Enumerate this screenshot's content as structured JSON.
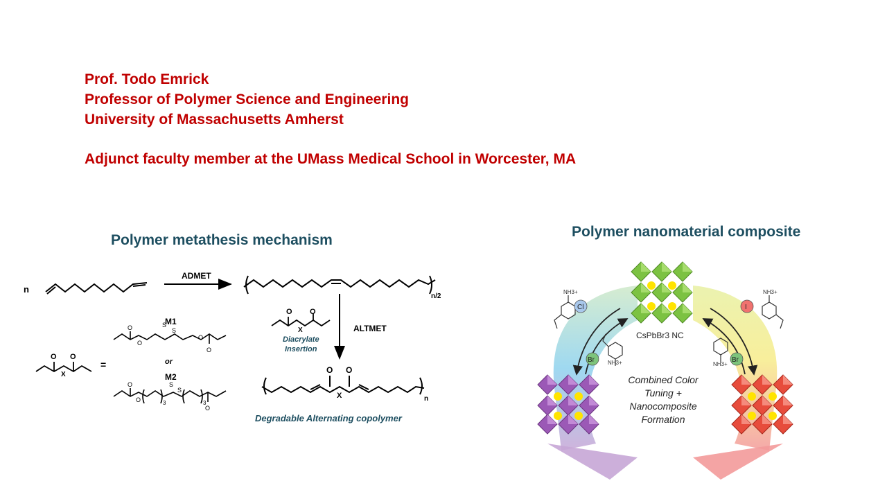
{
  "header": {
    "name": "Prof. Todo Emrick",
    "position": "Professor of Polymer Science and Engineering",
    "university": "University of Massachusetts Amherst",
    "adjunct": "Adjunct faculty member at the UMass Medical School in Worcester, MA"
  },
  "left_section": {
    "title": "Polymer metathesis mechanism",
    "labels": {
      "n": "n",
      "admet": "ADMET",
      "n_over_2": "n/2",
      "altmet": "ALTMET",
      "m1": "M1",
      "or": "or",
      "m2": "M2",
      "equals": "=",
      "x": "X",
      "x2": "X",
      "x3": "X",
      "diacrylate": "Diacrylate",
      "insertion": "Insertion",
      "n_end": "n",
      "sub3a": "3",
      "sub3b": "3",
      "s1": "S",
      "s2": "S",
      "s3": "S",
      "s4": "S",
      "product": "Degradable Alternating copolymer"
    }
  },
  "right_section": {
    "title": "Polymer nanomaterial composite",
    "labels": {
      "cl": "Cl",
      "i": "I",
      "br_left": "Br",
      "br_right": "Br",
      "nh3_a": "NH3+",
      "nh3_b": "NH3+",
      "nh3_c": "NH3+",
      "nh3_d": "NH3+",
      "nc": "CsPbBr3 NC",
      "center_1": "Combined Color",
      "center_2": "Tuning +",
      "center_3": "Nanocomposite",
      "center_4": "Formation"
    },
    "colors": {
      "green": "#7cc242",
      "purple": "#9b59b6",
      "red": "#e74c3c",
      "cl_badge": "#a9c8ec",
      "br_badge": "#7dc47b",
      "i_badge": "#f0726f"
    }
  }
}
